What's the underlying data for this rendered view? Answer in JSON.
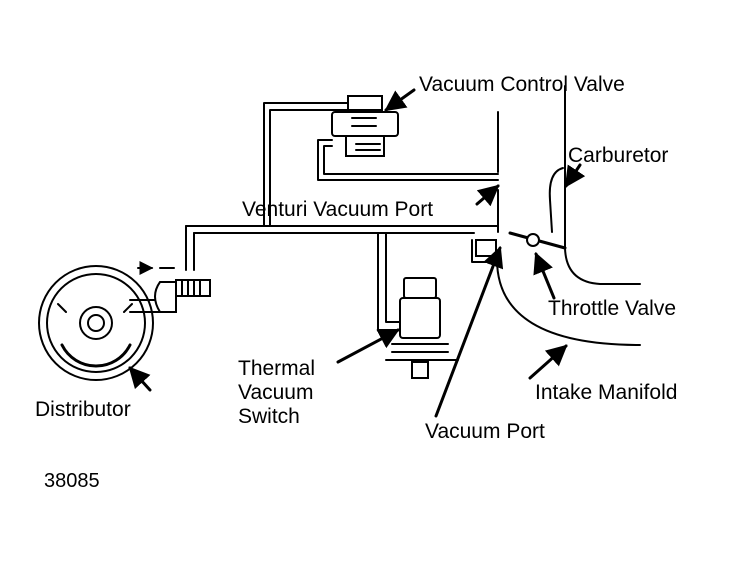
{
  "labels": {
    "vacuum_control_valve": "Vacuum Control Valve",
    "carburetor": "Carburetor",
    "venturi_vacuum_port": "Venturi Vacuum Port",
    "throttle_valve": "Throttle Valve",
    "thermal_line1": "Thermal",
    "thermal_line2": "Vacuum",
    "thermal_line3": "Switch",
    "intake_manifold": "Intake Manifold",
    "distributor": "Distributor",
    "vacuum_port": "Vacuum Port"
  },
  "figure_number": "38085"
}
